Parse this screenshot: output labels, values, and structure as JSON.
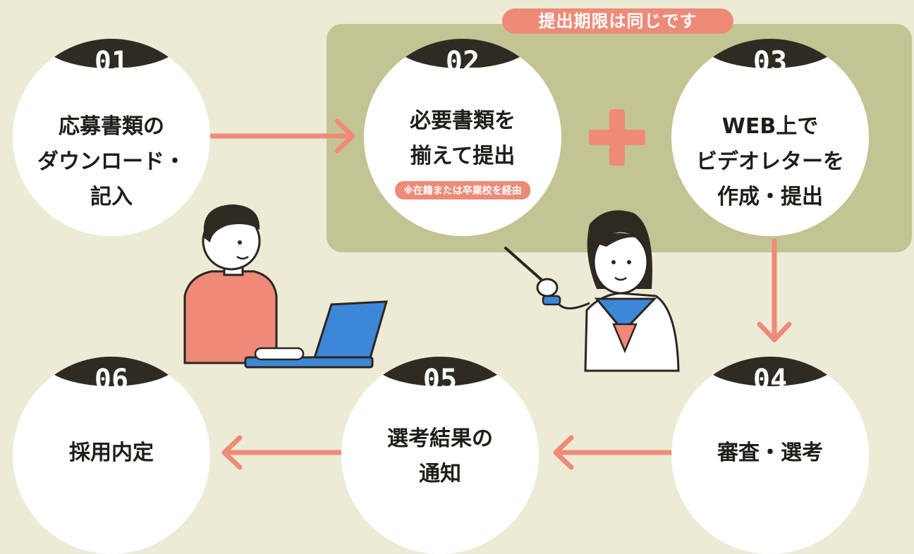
{
  "deadline_badge": "提出期限は同じです",
  "steps": [
    {
      "number": "01",
      "lines": [
        "応募書類の",
        "ダウンロード・",
        "記入"
      ]
    },
    {
      "number": "02",
      "lines": [
        "必要書類を",
        "揃えて提出"
      ],
      "note": "※在籍または卒業校を経由"
    },
    {
      "number": "03",
      "lines": [
        "WEB上で",
        "ビデオレターを",
        "作成・提出"
      ]
    },
    {
      "number": "04",
      "lines": [
        "審査・選考"
      ]
    },
    {
      "number": "05",
      "lines": [
        "選考結果の",
        "通知"
      ]
    },
    {
      "number": "06",
      "lines": [
        "採用内定"
      ]
    }
  ],
  "colors": {
    "background": "#ecebd6",
    "panel": "#c3c494",
    "accent": "#ee8a78",
    "cap": "#2e2b22"
  }
}
